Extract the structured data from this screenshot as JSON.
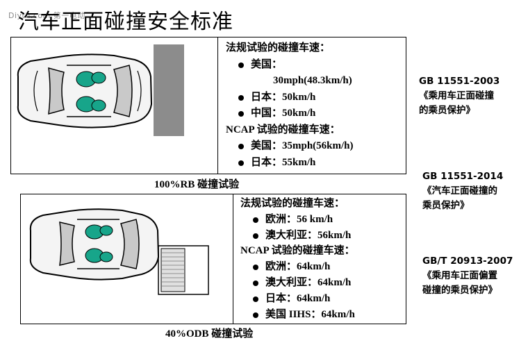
{
  "watermark": "Diyth.com 第一电动",
  "title": "汽车正面碰撞安全标准",
  "rb_test": {
    "caption": "100%RB 碰撞试验",
    "spec_lines": [
      {
        "kind": "head",
        "text": "法规试验的碰撞车速："
      },
      {
        "kind": "item",
        "text": "美国："
      },
      {
        "kind": "cont",
        "text": "30mph(48.3km/h)"
      },
      {
        "kind": "item",
        "text": "日本：50km/h"
      },
      {
        "kind": "item",
        "text": "中国：50km/h"
      },
      {
        "kind": "head",
        "text": "NCAP 试验的碰撞车速："
      },
      {
        "kind": "item",
        "text": "美国：35mph(56km/h)"
      },
      {
        "kind": "item",
        "text": "日本：55km/h"
      }
    ]
  },
  "odb_test": {
    "caption": "40%ODB 碰撞试验",
    "spec_lines": [
      {
        "kind": "head",
        "text": "法规试验的碰撞车速："
      },
      {
        "kind": "item",
        "text": "欧洲：56 km/h"
      },
      {
        "kind": "item",
        "text": "澳大利亚：56km/h"
      },
      {
        "kind": "head",
        "text": "NCAP 试验的碰撞车速："
      },
      {
        "kind": "item",
        "text": "欧洲：64km/h"
      },
      {
        "kind": "item",
        "text": "澳大利亚：64km/h"
      },
      {
        "kind": "item",
        "text": "日本：64km/h"
      },
      {
        "kind": "item",
        "text": "美国 IIHS：64km/h"
      }
    ]
  },
  "standards": [
    {
      "code": "GB 11551-2003",
      "name_lines": [
        "《乘用车正面碰撞",
        "的乘员保护》"
      ]
    },
    {
      "code": "GB 11551-2014",
      "name_lines": [
        "《汽车正面碰撞的",
        "乘员保护》"
      ]
    },
    {
      "code": "GB/T 20913-2007",
      "name_lines": [
        "《乘用车正面偏置",
        "碰撞的乘员保护》"
      ]
    }
  ],
  "colors": {
    "dummy": "#17a58a",
    "barrier_solid": "#8c8c8c",
    "barrier_deformable": "#e0e0e0",
    "car_body": "#f4f4f4",
    "glass": "#c9c9c9"
  }
}
